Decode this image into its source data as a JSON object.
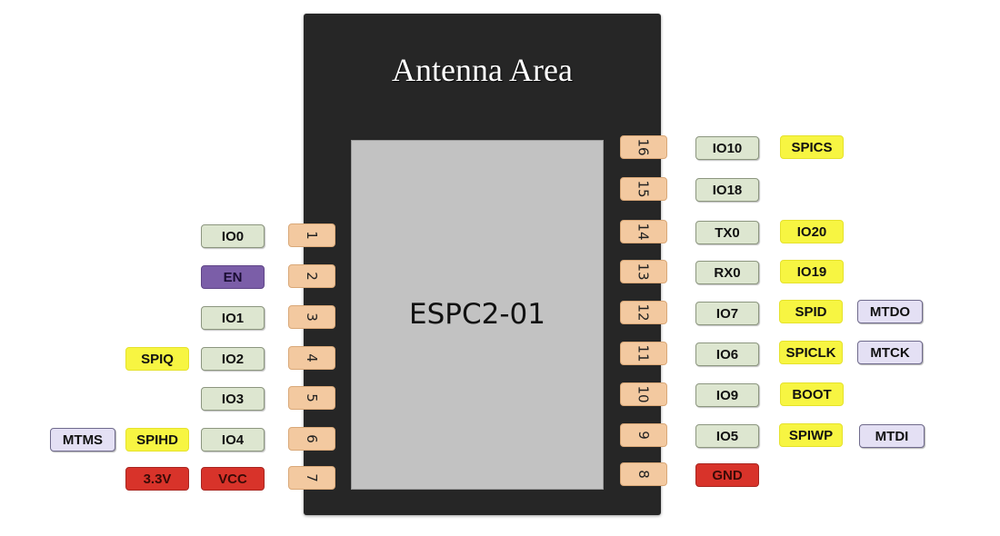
{
  "title": "ESPC2-01",
  "antenna_label": "Antenna Area",
  "colors": {
    "chip_body": "#262626",
    "die": "#c2c2c2",
    "pin_pad": "#f3c9a0",
    "gpio_label": "#dde6d0",
    "enable_label": "#7b5ea8",
    "alt_function_label": "#f7f542",
    "jtag_label": "#e4e0f4",
    "power_label": "#d8332a"
  },
  "left_pins": [
    {
      "number": "1",
      "gpio": "IO0"
    },
    {
      "number": "2",
      "gpio": "EN"
    },
    {
      "number": "3",
      "gpio": "IO1"
    },
    {
      "number": "4",
      "gpio": "IO2",
      "alt": "SPIQ"
    },
    {
      "number": "5",
      "gpio": "IO3"
    },
    {
      "number": "6",
      "gpio": "IO4",
      "alt": "SPIHD",
      "jtag": "MTMS"
    },
    {
      "number": "7",
      "gpio": "VCC",
      "alt": "3.3V"
    }
  ],
  "right_pins": [
    {
      "number": "16",
      "gpio": "IO10",
      "alt": "SPICS"
    },
    {
      "number": "15",
      "gpio": "IO18"
    },
    {
      "number": "14",
      "gpio": "TX0",
      "alt": "IO20"
    },
    {
      "number": "13",
      "gpio": "RX0",
      "alt": "IO19"
    },
    {
      "number": "12",
      "gpio": "IO7",
      "alt": "SPID",
      "jtag": "MTDO"
    },
    {
      "number": "11",
      "gpio": "IO6",
      "alt": "SPICLK",
      "jtag": "MTCK"
    },
    {
      "number": "10",
      "gpio": "IO9",
      "alt": "BOOT"
    },
    {
      "number": "9",
      "gpio": "IO5",
      "alt": "SPIWP",
      "jtag": "MTDI"
    },
    {
      "number": "8",
      "gpio": "GND"
    }
  ]
}
